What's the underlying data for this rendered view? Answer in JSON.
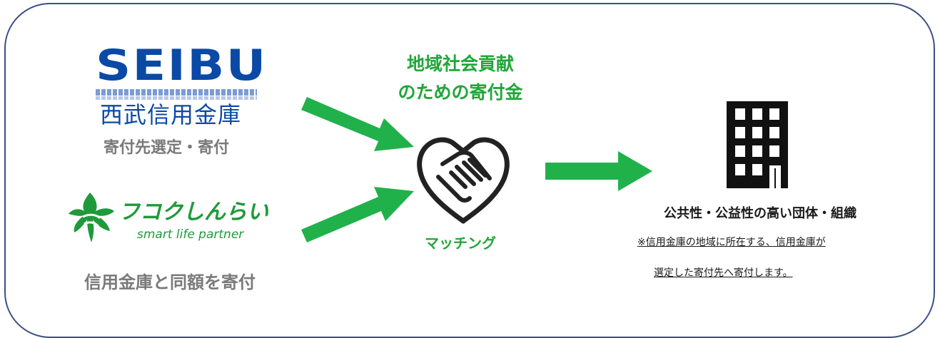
{
  "seibu": {
    "logo_word": "SEIBU",
    "logo_jp": "西武信用金庫",
    "caption": "寄付先選定・寄付",
    "brand_color": "#0a4aa6"
  },
  "fukoku": {
    "logo_word": "フコクしんらい",
    "logo_sub": "smart life partner",
    "caption": "信用金庫と同額を寄付",
    "brand_color": "#1e9a3a"
  },
  "center": {
    "title_line1": "地域社会貢献",
    "title_line2": "のための寄付金",
    "matching_label": "マッチング",
    "icon": "handshake-heart-icon"
  },
  "recipient": {
    "icon": "office-building-icon",
    "title": "公共性・公益性の高い団体・組織",
    "note_line1": "※信用金庫の地域に所在する、信用金庫が",
    "note_line2": "選定した寄付先へ寄付します。"
  },
  "colors": {
    "arrow": "#21b14a",
    "frame": "#3b4f87",
    "caption_gray": "#7a7a7a",
    "accent_green": "#21a639"
  }
}
